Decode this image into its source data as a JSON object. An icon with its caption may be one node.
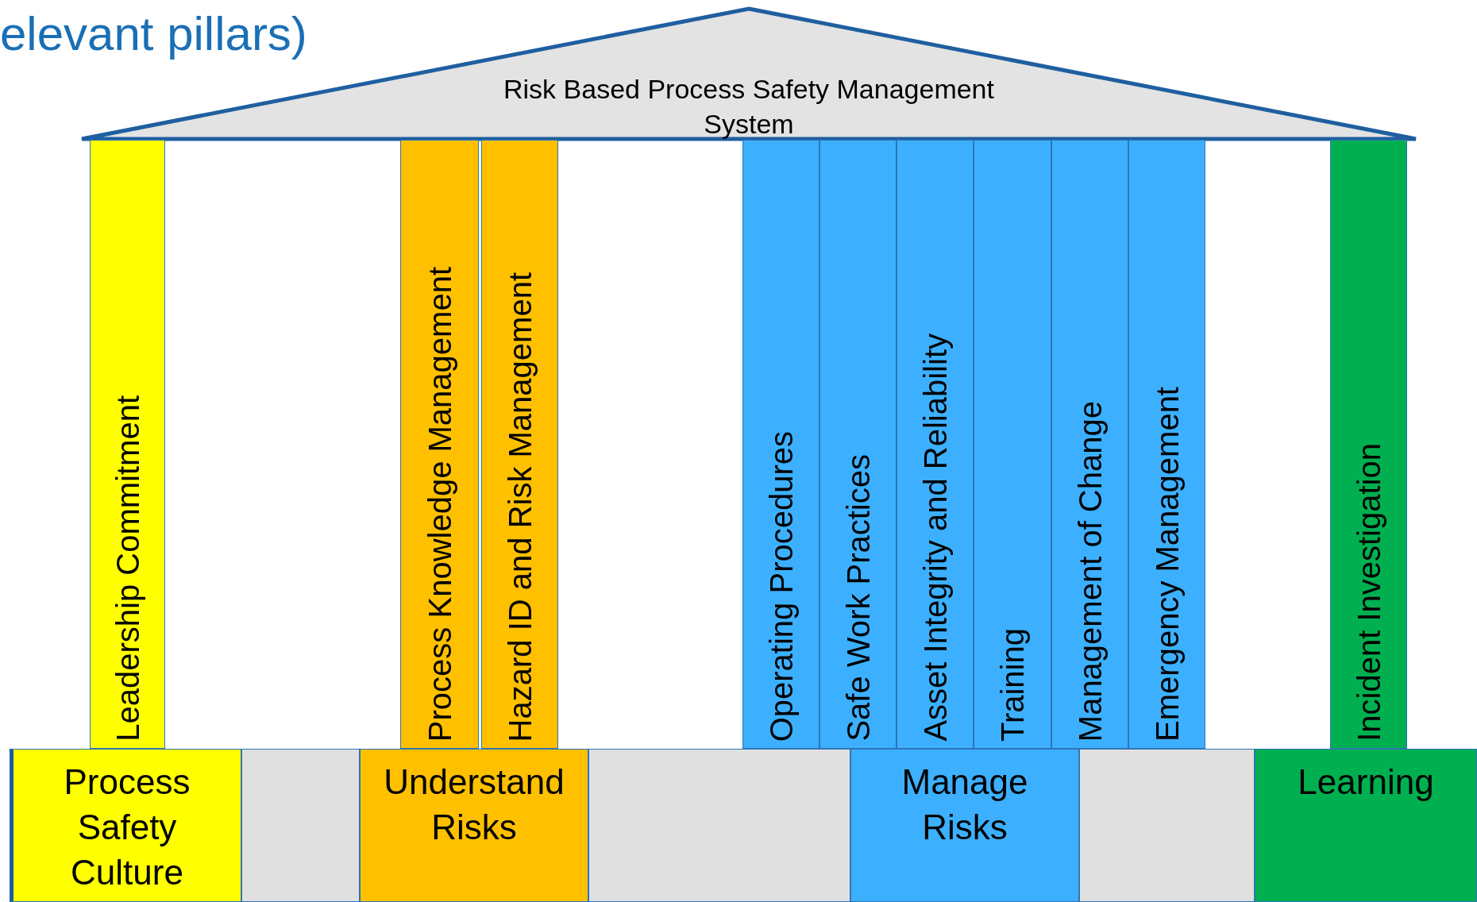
{
  "diagram": {
    "title": "elevant pillars)",
    "nodes": [
      {
        "text": [
          "Risk Based Process Safety Management System"
        ]
      },
      {
        "text": [
          "Leadership  Commitment"
        ]
      },
      {
        "text": [
          "Process Knowledge Management"
        ]
      },
      {
        "text": [
          "Hazard ID and Risk Management"
        ]
      },
      {
        "text": [
          "Operating Procedures"
        ]
      },
      {
        "text": [
          "Safe Work Practices"
        ]
      },
      {
        "text": [
          "Asset Integrity and Reliability"
        ]
      },
      {
        "text": [
          "Training"
        ]
      },
      {
        "text": [
          "Management of Change"
        ]
      },
      {
        "text": [
          "Emergency Management"
        ]
      },
      {
        "text": [
          "Incident Investigation"
        ]
      },
      {
        "text": [
          "Process Safety Culture"
        ]
      },
      {
        "text": [],
        "shape": "box"
      },
      {
        "text": [
          "Understand Risks"
        ]
      },
      {
        "text": [],
        "shape": "box"
      },
      {
        "text": [
          "Manage Risks"
        ]
      },
      {
        "text": [],
        "shape": "box"
      },
      {
        "text": [
          "Learning"
        ]
      }
    ]
  }
}
